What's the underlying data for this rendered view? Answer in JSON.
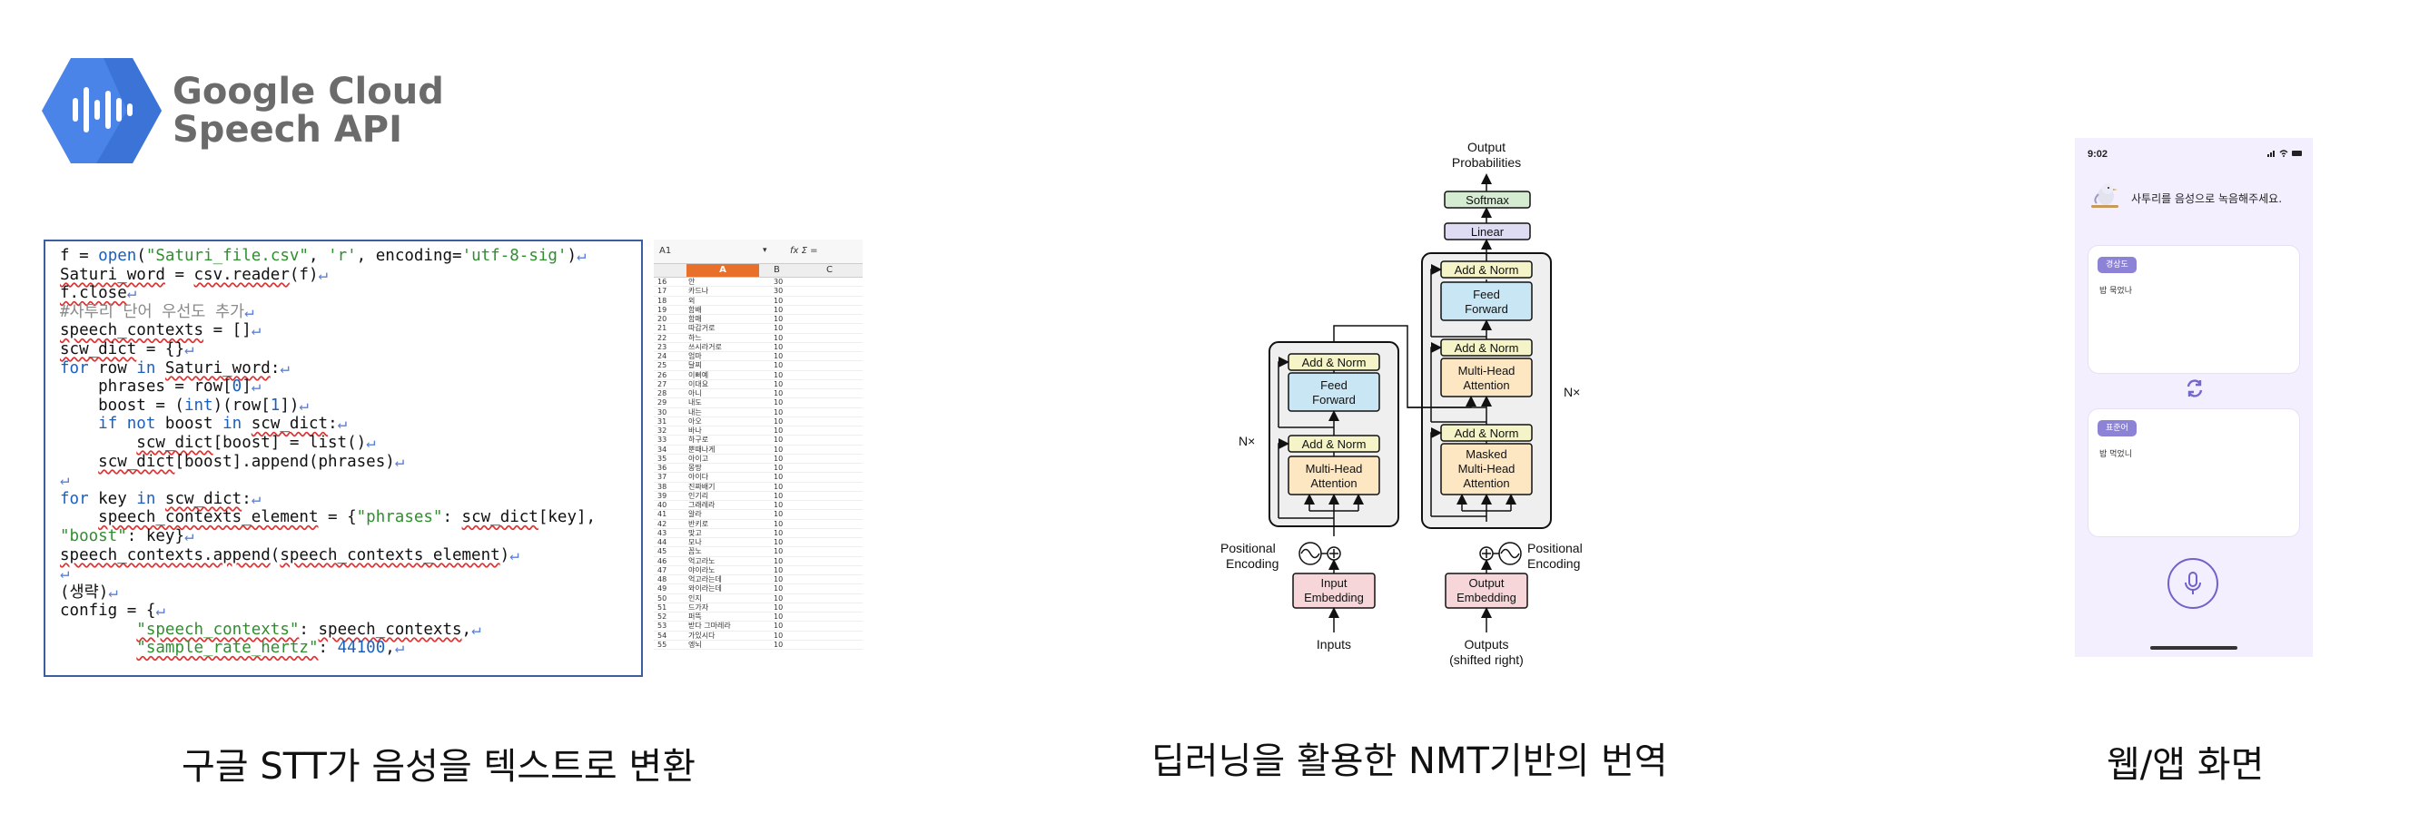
{
  "logo": {
    "line1": "Google Cloud",
    "line2": "Speech API"
  },
  "code_lines": [
    [
      {
        "t": "f = ",
        "c": "#111"
      },
      {
        "t": "open",
        "c": "#1a5fbf"
      },
      {
        "t": "(",
        "c": "#111"
      },
      {
        "t": "\"Saturi_file.csv\"",
        "c": "#2f8f2f"
      },
      {
        "t": ", ",
        "c": "#111"
      },
      {
        "t": "'r'",
        "c": "#2f8f2f"
      },
      {
        "t": ", encoding=",
        "c": "#111"
      },
      {
        "t": "'utf-8-sig'",
        "c": "#2f8f2f"
      },
      {
        "t": ")",
        "c": "#111"
      },
      {
        "t": "↵",
        "c": "#5b7fd6"
      }
    ],
    [
      {
        "t": "Saturi_word",
        "c": "#111",
        "u": true
      },
      {
        "t": " = ",
        "c": "#111"
      },
      {
        "t": "csv.reader",
        "c": "#111",
        "u": true
      },
      {
        "t": "(f)",
        "c": "#111"
      },
      {
        "t": "↵",
        "c": "#5b7fd6"
      }
    ],
    [
      {
        "t": "f.close",
        "c": "#111",
        "u": true
      },
      {
        "t": "↵",
        "c": "#5b7fd6"
      }
    ],
    [
      {
        "t": "#사투리 단어 우선도 추가",
        "c": "#8a8a8a"
      },
      {
        "t": "↵",
        "c": "#5b7fd6"
      }
    ],
    [
      {
        "t": "speech_contexts",
        "c": "#111",
        "u": true
      },
      {
        "t": " = []",
        "c": "#111"
      },
      {
        "t": "↵",
        "c": "#5b7fd6"
      }
    ],
    [
      {
        "t": "scw_dict",
        "c": "#111",
        "u": true
      },
      {
        "t": " = {}",
        "c": "#111"
      },
      {
        "t": "↵",
        "c": "#5b7fd6"
      }
    ],
    [
      {
        "t": "for",
        "c": "#1a5fbf"
      },
      {
        "t": " row ",
        "c": "#111"
      },
      {
        "t": "in",
        "c": "#1a5fbf"
      },
      {
        "t": " ",
        "c": "#111"
      },
      {
        "t": "Saturi_word",
        "c": "#111",
        "u": true
      },
      {
        "t": ":",
        "c": "#111"
      },
      {
        "t": "↵",
        "c": "#5b7fd6"
      }
    ],
    [
      {
        "t": "    phrases = row[",
        "c": "#111"
      },
      {
        "t": "0",
        "c": "#1a5fbf"
      },
      {
        "t": "]",
        "c": "#111"
      },
      {
        "t": "↵",
        "c": "#5b7fd6"
      }
    ],
    [
      {
        "t": "    boost = (",
        "c": "#111"
      },
      {
        "t": "int",
        "c": "#1a5fbf"
      },
      {
        "t": ")(row[",
        "c": "#111"
      },
      {
        "t": "1",
        "c": "#1a5fbf"
      },
      {
        "t": "])",
        "c": "#111"
      },
      {
        "t": "↵",
        "c": "#5b7fd6"
      }
    ],
    [
      {
        "t": "    ",
        "c": "#111"
      },
      {
        "t": "if not",
        "c": "#1a5fbf"
      },
      {
        "t": " boost ",
        "c": "#111"
      },
      {
        "t": "in",
        "c": "#1a5fbf"
      },
      {
        "t": " ",
        "c": "#111"
      },
      {
        "t": "scw_dict",
        "c": "#111",
        "u": true
      },
      {
        "t": ":",
        "c": "#111"
      },
      {
        "t": "↵",
        "c": "#5b7fd6"
      }
    ],
    [
      {
        "t": "        ",
        "c": "#111"
      },
      {
        "t": "scw_dict",
        "c": "#111",
        "u": true
      },
      {
        "t": "[boost] = list()",
        "c": "#111"
      },
      {
        "t": "↵",
        "c": "#5b7fd6"
      }
    ],
    [
      {
        "t": "    ",
        "c": "#111"
      },
      {
        "t": "scw_dict",
        "c": "#111",
        "u": true
      },
      {
        "t": "[boost].append(phrases)",
        "c": "#111"
      },
      {
        "t": "↵",
        "c": "#5b7fd6"
      }
    ],
    [
      {
        "t": "↵",
        "c": "#5b7fd6"
      }
    ],
    [
      {
        "t": "for",
        "c": "#1a5fbf"
      },
      {
        "t": " key ",
        "c": "#111"
      },
      {
        "t": "in",
        "c": "#1a5fbf"
      },
      {
        "t": " ",
        "c": "#111"
      },
      {
        "t": "scw_dict",
        "c": "#111",
        "u": true
      },
      {
        "t": ":",
        "c": "#111"
      },
      {
        "t": "↵",
        "c": "#5b7fd6"
      }
    ],
    [
      {
        "t": "    ",
        "c": "#111"
      },
      {
        "t": "speech_contexts_element",
        "c": "#111",
        "u": true
      },
      {
        "t": " = {",
        "c": "#111"
      },
      {
        "t": "\"phrases\"",
        "c": "#2f8f2f"
      },
      {
        "t": ": ",
        "c": "#111"
      },
      {
        "t": "scw_dict",
        "c": "#111",
        "u": true
      },
      {
        "t": "[key],",
        "c": "#111"
      }
    ],
    [
      {
        "t": "\"boost\"",
        "c": "#2f8f2f"
      },
      {
        "t": ": key}",
        "c": "#111"
      },
      {
        "t": "↵",
        "c": "#5b7fd6"
      }
    ],
    [
      {
        "t": "speech_contexts.append",
        "c": "#111",
        "u": true
      },
      {
        "t": "(",
        "c": "#111"
      },
      {
        "t": "speech_contexts_element",
        "c": "#111",
        "u": true
      },
      {
        "t": ")",
        "c": "#111"
      },
      {
        "t": "↵",
        "c": "#5b7fd6"
      }
    ],
    [
      {
        "t": "↵",
        "c": "#5b7fd6"
      }
    ],
    [
      {
        "t": "(생략)",
        "c": "#111"
      },
      {
        "t": "↵",
        "c": "#5b7fd6"
      }
    ],
    [
      {
        "t": "config = {",
        "c": "#111"
      },
      {
        "t": "↵",
        "c": "#5b7fd6"
      }
    ],
    [
      {
        "t": "        ",
        "c": "#111"
      },
      {
        "t": "\"speech_contexts\"",
        "c": "#2f8f2f",
        "u": true
      },
      {
        "t": ": ",
        "c": "#111"
      },
      {
        "t": "speech_contexts",
        "c": "#111",
        "u": true
      },
      {
        "t": ",",
        "c": "#111"
      },
      {
        "t": "↵",
        "c": "#5b7fd6"
      }
    ],
    [
      {
        "t": "        ",
        "c": "#111"
      },
      {
        "t": "\"sample_rate_hertz\"",
        "c": "#2f8f2f",
        "u": true
      },
      {
        "t": ": ",
        "c": "#111"
      },
      {
        "t": "44100",
        "c": "#1a5fbf"
      },
      {
        "t": ",",
        "c": "#111"
      },
      {
        "t": "↵",
        "c": "#5b7fd6"
      }
    ]
  ],
  "sheet": {
    "cell_ref": "A1",
    "formula_icons": "fx Σ =",
    "columns": [
      "A",
      "B",
      "C"
    ],
    "rows": [
      [
        "16",
        "안",
        "30"
      ],
      [
        "17",
        "카드나",
        "30"
      ],
      [
        "18",
        "외",
        "10"
      ],
      [
        "19",
        "함배",
        "10"
      ],
      [
        "20",
        "함매",
        "10"
      ],
      [
        "21",
        "따갑거로",
        "10"
      ],
      [
        "22",
        "하느",
        "10"
      ],
      [
        "23",
        "쓰시라거로",
        "10"
      ],
      [
        "24",
        "엄마",
        "10"
      ],
      [
        "25",
        "달찌",
        "10"
      ],
      [
        "26",
        "이뻐예",
        "10"
      ],
      [
        "27",
        "이대요",
        "10"
      ],
      [
        "28",
        "아니",
        "10"
      ],
      [
        "29",
        "내도",
        "10"
      ],
      [
        "30",
        "내는",
        "10"
      ],
      [
        "31",
        "아오",
        "10"
      ],
      [
        "32",
        "바나",
        "10"
      ],
      [
        "33",
        "하구로",
        "10"
      ],
      [
        "34",
        "뿐때나게",
        "10"
      ],
      [
        "35",
        "아이고",
        "10"
      ],
      [
        "36",
        "몽땅",
        "10"
      ],
      [
        "37",
        "아이다",
        "10"
      ],
      [
        "38",
        "진짜배기",
        "10"
      ],
      [
        "39",
        "인기리",
        "10"
      ],
      [
        "40",
        "그래레라",
        "10"
      ],
      [
        "41",
        "알라",
        "10"
      ],
      [
        "42",
        "반키로",
        "10"
      ],
      [
        "43",
        "맞고",
        "10"
      ],
      [
        "44",
        "모나",
        "10"
      ],
      [
        "45",
        "꼽노",
        "10"
      ],
      [
        "46",
        "억고라노",
        "10"
      ],
      [
        "47",
        "야이라노",
        "10"
      ],
      [
        "48",
        "억고라는데",
        "10"
      ],
      [
        "49",
        "와이라는데",
        "10"
      ],
      [
        "50",
        "인지",
        "10"
      ],
      [
        "51",
        "드가자",
        "10"
      ],
      [
        "52",
        "퍼뜩",
        "10"
      ],
      [
        "53",
        "받다 그마레라",
        "10"
      ],
      [
        "54",
        "가있시다",
        "10"
      ],
      [
        "55",
        "엥뇌",
        "10"
      ]
    ]
  },
  "transformer": {
    "output_probabilities": [
      "Output",
      "Probabilities"
    ],
    "softmax": "Softmax",
    "linear": "Linear",
    "add_norm": "Add & Norm",
    "feed_forward": [
      "Feed",
      "Forward"
    ],
    "multi_head_attention": [
      "Multi-Head",
      "Attention"
    ],
    "masked_multi_head_attention": [
      "Masked",
      "Multi-Head",
      "Attention"
    ],
    "nx": "N×",
    "positional_encoding": [
      "Positional",
      "Encoding"
    ],
    "input_embedding": [
      "Input",
      "Embedding"
    ],
    "output_embedding": [
      "Output",
      "Embedding"
    ],
    "inputs": "Inputs",
    "outputs": [
      "Outputs",
      "(shifted right)"
    ]
  },
  "phone": {
    "time": "9:02",
    "prompt": "사투리를 음성으로 녹음해주세요.",
    "card1_chip": "경상도",
    "card1_text": "밥 묵었나",
    "card2_chip": "표준어",
    "card2_text": "밥 먹었니"
  },
  "captions": {
    "stt": "구글 STT가 음성을 텍스트로 변환",
    "nmt": "딥러닝을 활용한 NMT기반의 번역",
    "web": "웹/앱 화면"
  },
  "colors": {
    "logo_blue": "#4a84e8",
    "code_border": "#3a5e9e",
    "add_norm_fill": "#f4f4c8",
    "feed_forward_fill": "#c8e6f4",
    "attention_fill": "#fde7c3",
    "embedding_fill": "#f6d6d8",
    "linear_fill": "#dedcf3",
    "softmax_fill": "#d6ecd2",
    "phone_bg": "#f3efff",
    "chip": "#8c82d6",
    "mic": "#6f62c9"
  }
}
